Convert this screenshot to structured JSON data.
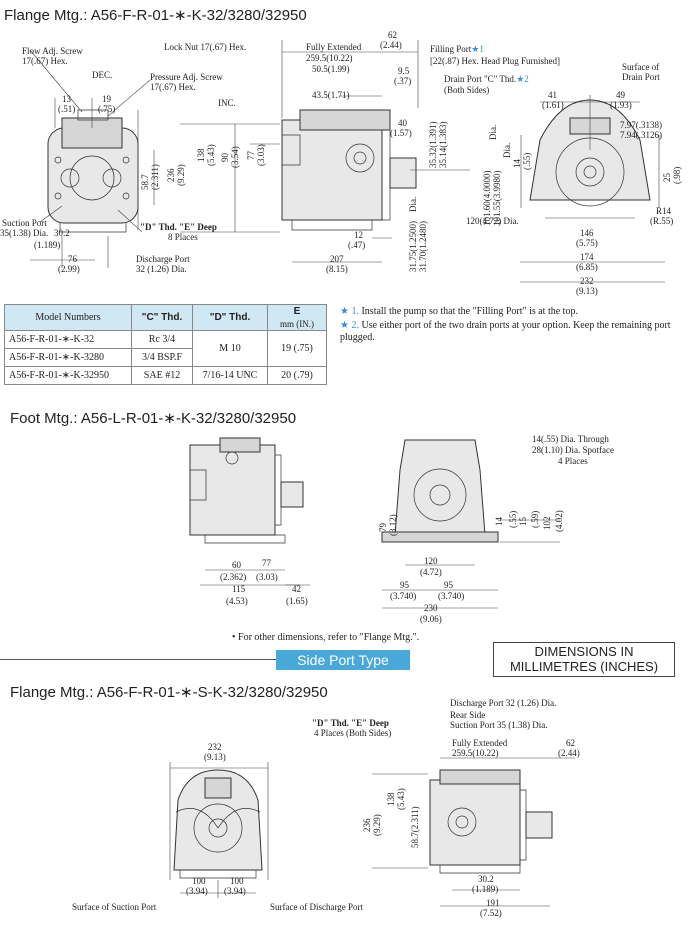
{
  "titles": {
    "flange": "Flange Mtg.: A56-F-R-01-∗-K-32/3280/32950",
    "foot": "Foot Mtg.: A56-L-R-01-∗-K-32/3280/32950",
    "flange_side": "Flange Mtg.: A56-F-R-01-∗-S-K-32/3280/32950",
    "side_port": "Side Port Type",
    "units_line1": "DIMENSIONS IN",
    "units_line2": "MILLIMETRES (INCHES)"
  },
  "flange_labels": {
    "flow_adj": "Flow Adj. Screw",
    "flow_adj_hex": "17(.67) Hex.",
    "dec": "DEC.",
    "pressure_adj": "Pressure Adj. Screw",
    "pressure_hex": "17(.67) Hex.",
    "inc": "INC.",
    "d13": "13",
    "d13i": "(.51)",
    "d19": "19",
    "d19i": "(.75)",
    "d236": "236",
    "d236i": "(9.29)",
    "d58": "58.7",
    "d58i": "(2.311)",
    "suction_port": "Suction Port",
    "suction_dia": "35(1.38) Dia.",
    "d302": "30.2",
    "d302i": "(1.189)",
    "d76": "76",
    "d76i": "(2.99)",
    "d_thd": "\"D\" Thd. \"E\" Deep",
    "d_places": "8 Places",
    "discharge_port": "Discharge Port",
    "discharge_dia": "32 (1.26) Dia.",
    "lock_nut": "Lock Nut 17(.67) Hex.",
    "fully_ext": "Fully Extended",
    "d2595": "259.5(10.22)",
    "d505": "50.5(1.99)",
    "d62": "62",
    "d62i": "(2.44)",
    "d95": "9.5",
    "d95i": "(.37)",
    "filling_port": "Filling Port",
    "filling_note": "[22(.87) Hex. Head Plug Furnished]",
    "drain_port": "Drain Port \"C\" Thd.",
    "both_sides": "(Both Sides)",
    "d435": "43.5(1.71)",
    "d40": "40",
    "d40i": "(1.57)",
    "d138": "138",
    "d138i": "(5.43)",
    "d90": "90",
    "d90i": "(3.54)",
    "d77": "77",
    "d77i": "(3.03)",
    "d3532": "35.32(1.391)",
    "d3514": "35.14(1.383)",
    "dia": "Dia.",
    "d1016": "101.60(4.0000)",
    "d10155": "101.55(3.9980)",
    "dia2": "Dia.",
    "d3175": "31.75(1.2500)",
    "d3170": "31.70(1.2480)",
    "dia3": "Dia.",
    "d12": "12",
    "d12i": "(.47)",
    "d207": "207",
    "d207i": "(8.15)",
    "d120": "120(4.72) Dia.",
    "surface_drain": "Surface of",
    "surface_drain2": "Drain Port",
    "d41": "41",
    "d41i": "(1.61)",
    "d49": "49",
    "d49i": "(1.93)",
    "d797": "7.97(.3138)",
    "d794": "7.94(.3126)",
    "d14": "14",
    "d14i": "(.55)",
    "d25": "25",
    "d25i": "(.98)",
    "r14": "R14",
    "r14i": "(R.55)",
    "d146": "146",
    "d146i": "(5.75)",
    "d174": "174",
    "d174i": "(6.85)",
    "d232": "232",
    "d232i": "(9.13)"
  },
  "table": {
    "headers": [
      "Model Numbers",
      "\"C\" Thd.",
      "\"D\" Thd.",
      "E",
      "mm (IN.)"
    ],
    "rows": [
      [
        "A56-F-R-01-∗-K-32",
        "Rc 3/4",
        "M 10",
        "19 (.75)"
      ],
      [
        "A56-F-R-01-∗-K-3280",
        "3/4 BSP.F",
        "",
        ""
      ],
      [
        "A56-F-R-01-∗-K-32950",
        "SAE #12",
        "7/16-14 UNC",
        "20 (.79)"
      ]
    ]
  },
  "notes": [
    {
      "mark": "★ 1.",
      "text": "Install the pump so that the \"Filling Port\" is at the top."
    },
    {
      "mark": "★ 2.",
      "text": "Use either port of the two drain ports at your option. Keep the remaining port plugged."
    }
  ],
  "foot_labels": {
    "d60": "60",
    "d60i": "(2.362)",
    "d77": "77",
    "d77i": "(3.03)",
    "d115": "115",
    "d115i": "(4.53)",
    "d42": "42",
    "d42i": "(1.65)",
    "through": "14(.55) Dia. Through",
    "spotface": "28(1.10) Dia. Spotface",
    "places": "4 Places",
    "d79": "79",
    "d79i": "(3.12)",
    "d14": "14",
    "d14i": "(.55)",
    "d15": "15",
    "d15i": "(.59)",
    "d102": "102",
    "d102i": "(4.02)",
    "d120": "120",
    "d120i": "(4.72)",
    "d95a": "95",
    "d95ai": "(3.740)",
    "d95b": "95",
    "d95bi": "(3.740)",
    "d230": "230",
    "d230i": "(9.06)",
    "ref": "• For other dimensions, refer to \"Flange Mtg.\"."
  },
  "side_labels": {
    "d232": "232",
    "d232i": "(9.13)",
    "d100a": "100",
    "d100ai": "(3.94)",
    "d100b": "100",
    "d100bi": "(3.94)",
    "surf_suction": "Surface of Suction Port",
    "surf_discharge": "Surface of Discharge Port",
    "d_thd": "\"D\" Thd. \"E\" Deep",
    "d_places": "4 Places (Both Sides)",
    "discharge": "Discharge Port 32 (1.26) Dia.",
    "rear_side": "Rear Side",
    "suction": "Suction Port 35 (1.38) Dia.",
    "fully_ext": "Fully Extended",
    "d2595": "259.5(10.22)",
    "d62": "62",
    "d62i": "(2.44)",
    "d236": "236",
    "d236i": "(9.29)",
    "d138": "138",
    "d138i": "(5.43)",
    "d587": "58.7(2.311)",
    "d302": "30.2",
    "d302i": "(1.189)",
    "d191": "191",
    "d191i": "(7.52)"
  },
  "colors": {
    "accent": "#49a8d8",
    "table_header": "#cfe8f3",
    "star": "#3a8fd0"
  }
}
